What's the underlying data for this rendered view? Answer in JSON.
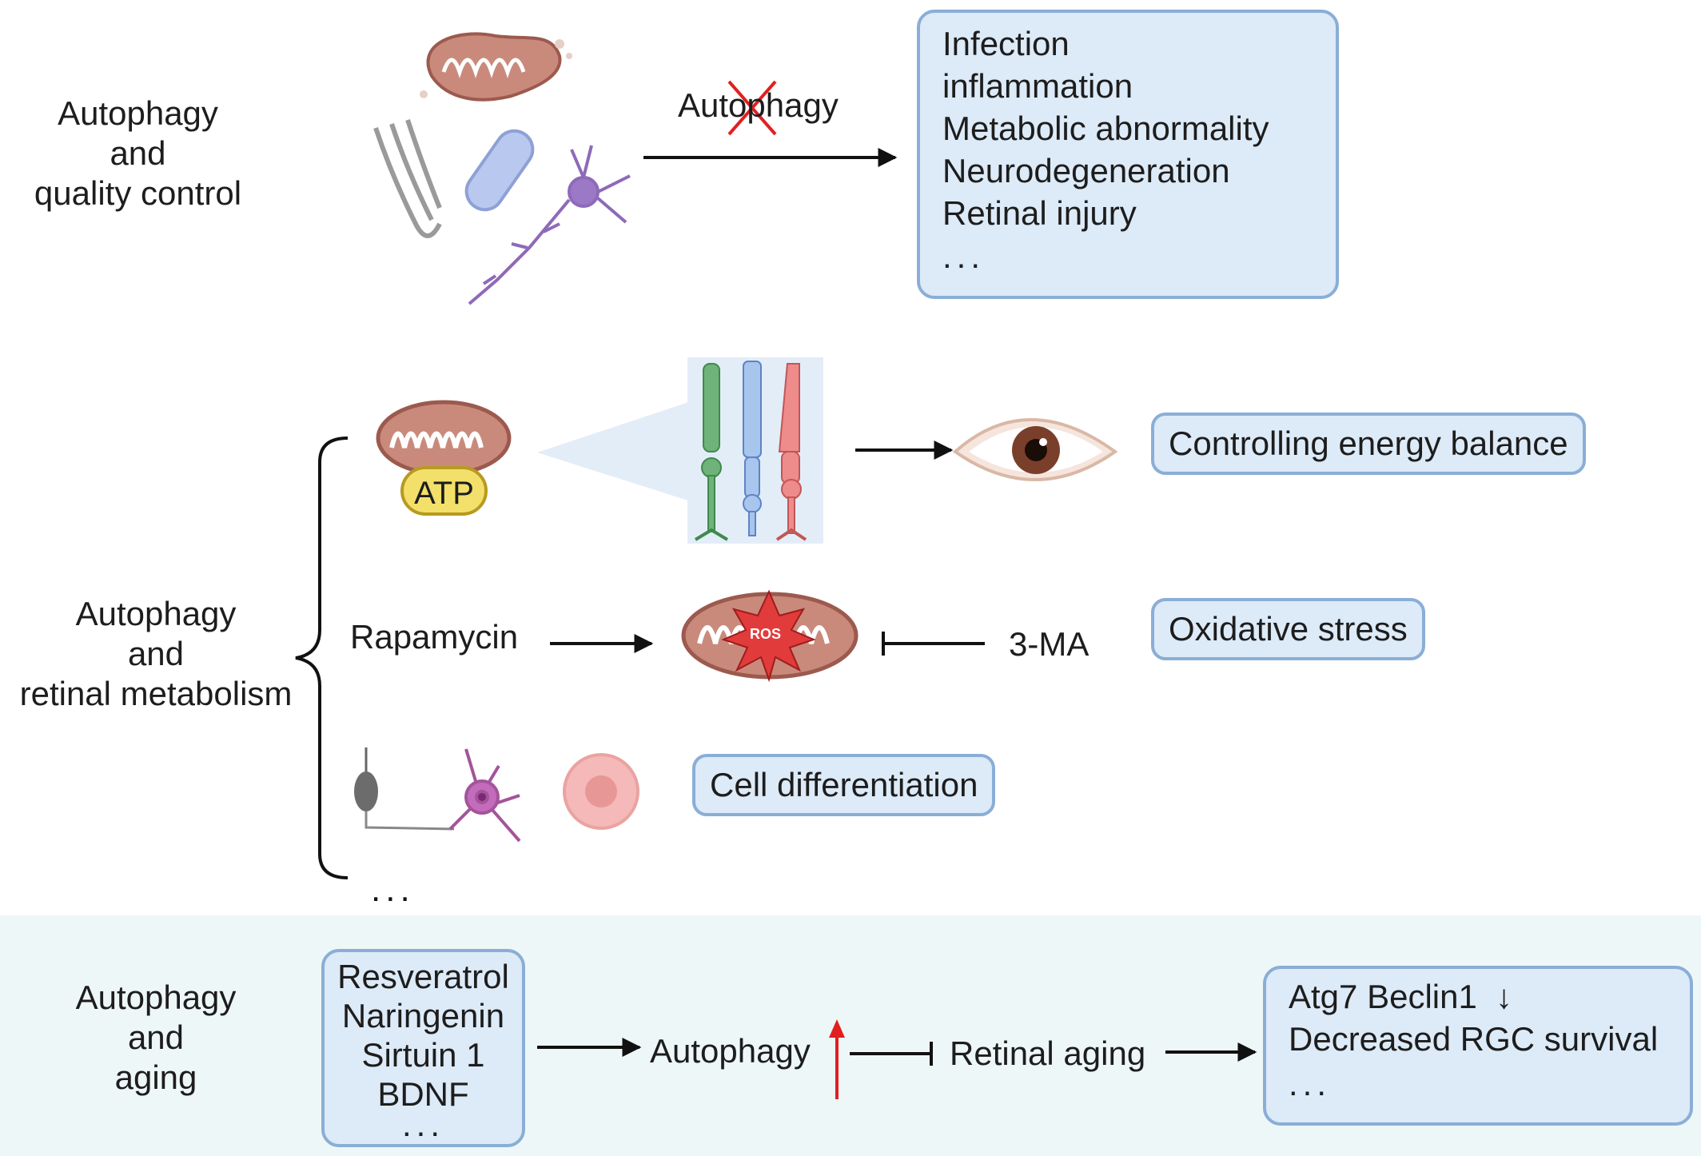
{
  "sections": {
    "quality_control": {
      "label_lines": [
        "Autophagy",
        "and",
        "quality control"
      ],
      "arrow_label_start": "Auto",
      "arrow_label_crossed": "p",
      "arrow_label_end": "hagy",
      "outcomes": [
        "Infection",
        "inflammation",
        "Metabolic abnormality",
        "Neurodegeneration",
        "Retinal injury"
      ],
      "outcomes_more": "..."
    },
    "retinal_metabolism": {
      "label_lines": [
        "Autophagy",
        "and",
        "retinal metabolism"
      ],
      "atp_label": "ATP",
      "energy_box": "Controlling energy balance",
      "rapamycin": "Rapamycin",
      "ros_label": "ROS",
      "inhibitor": "3-MA",
      "oxidative_box": "Oxidative stress",
      "differentiation_box": "Cell differentiation",
      "more": "..."
    },
    "aging": {
      "label_lines": [
        "Autophagy",
        "and",
        "aging"
      ],
      "agents": [
        "Resveratrol",
        "Naringenin",
        "Sirtuin 1",
        "BDNF"
      ],
      "agents_more": "...",
      "autophagy": "Autophagy",
      "retinal_aging": "Retinal aging",
      "effects_line1": "Atg7  Beclin1",
      "effects_down": "↓",
      "effects_line2": "Decreased RGC survival",
      "effects_more": "..."
    }
  },
  "colors": {
    "box_fill": "#ddeaf7",
    "box_border": "#8aaed6",
    "mito_fill": "#c98a7c",
    "mito_dark": "#9c5a4e",
    "atp_fill": "#f3e06a",
    "up_arrow": "#e02020",
    "cross": "#e02020"
  }
}
